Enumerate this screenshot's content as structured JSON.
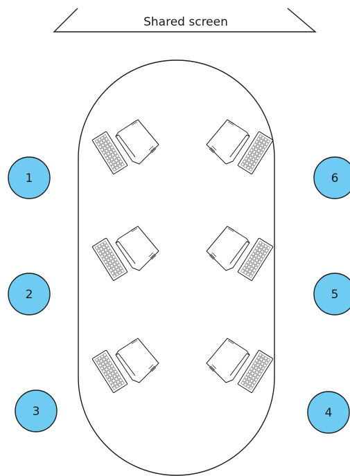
{
  "screen": {
    "label": "Shared screen"
  },
  "seats": [
    {
      "number": "1"
    },
    {
      "number": "2"
    },
    {
      "number": "3"
    },
    {
      "number": "4"
    },
    {
      "number": "5"
    },
    {
      "number": "6"
    }
  ],
  "colors": {
    "seat_fill": "#6fcbf2",
    "line": "#1a1a1a",
    "background": "#ffffff"
  }
}
